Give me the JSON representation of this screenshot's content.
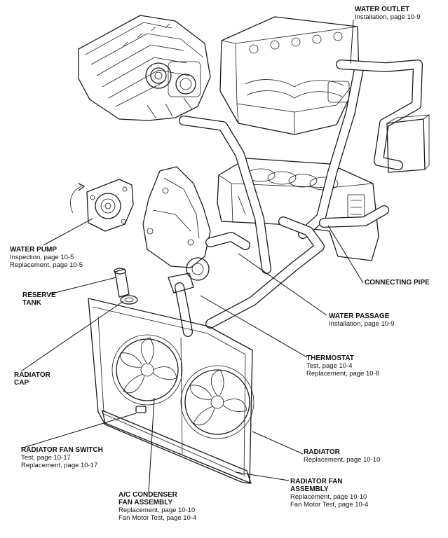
{
  "callouts": {
    "water_outlet": {
      "title": "WATER OUTLET",
      "lines": [
        "Installation, page 10-9"
      ]
    },
    "water_pump": {
      "title": "WATER PUMP",
      "lines": [
        "Inspection, page 10-5",
        "Replacement, page 10-5"
      ]
    },
    "reserve_tank": {
      "title": "RESERVE\nTANK",
      "lines": []
    },
    "connecting_pipe": {
      "title": "CONNECTING PIPE",
      "lines": []
    },
    "water_passage": {
      "title": "WATER PASSAGE",
      "lines": [
        "Installation, page 10-9"
      ]
    },
    "radiator_cap": {
      "title": "RADIATOR\nCAP",
      "lines": []
    },
    "thermostat": {
      "title": "THERMOSTAT",
      "lines": [
        "Test, page 10-4",
        "Replacement, page 10-8"
      ]
    },
    "radiator_fan_switch": {
      "title": "RADIATOR FAN SWITCH",
      "lines": [
        "Test, page 10-17",
        "Replacement, page 10-17"
      ]
    },
    "radiator": {
      "title": "RADIATOR",
      "lines": [
        "Replacement, page 10-10"
      ]
    },
    "radiator_fan_assembly": {
      "title": "RADIATOR FAN\nASSEMBLY",
      "lines": [
        "Replacement, page 10-10",
        "Fan Motor Test, page 10-4"
      ]
    },
    "ac_condenser_fan_assembly": {
      "title": "A/C CONDENSER\nFAN ASSEMBLY",
      "lines": [
        "Replacement, page 10-10",
        "Fan Motor Test, page 10-4"
      ]
    }
  }
}
